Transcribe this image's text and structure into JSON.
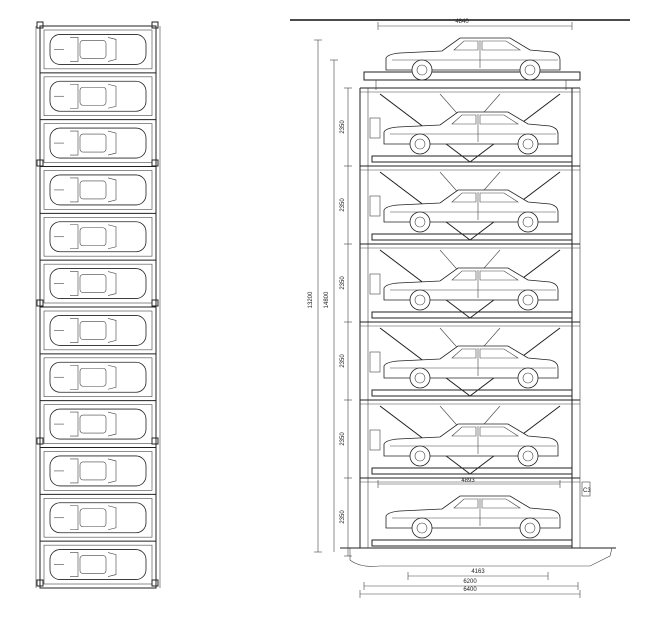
{
  "drawing": {
    "plan_view": {
      "bays": 12
    },
    "elevation": {
      "total_height_outer": "14800",
      "total_height_inner": "13200",
      "level_heights": [
        "2350",
        "2350",
        "2350",
        "2350",
        "2350",
        "2350"
      ],
      "top_width": "4840",
      "platform_width": "4893",
      "base_width_1": "4163",
      "base_width_2": "6200",
      "base_width_3": "6400",
      "side_mark": "C3"
    }
  }
}
